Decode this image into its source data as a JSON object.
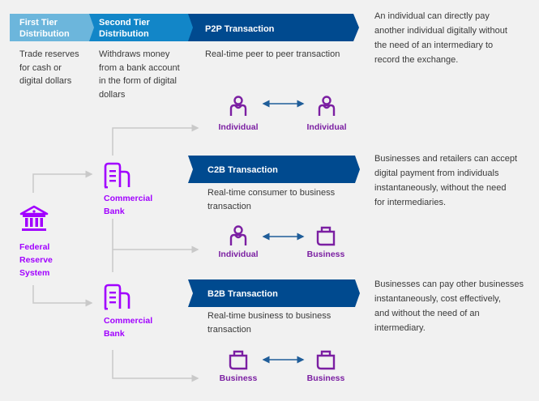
{
  "colors": {
    "tier1": "#6cb6dc",
    "tier2": "#1286c8",
    "transaction": "#004a8f",
    "purple_bright": "#a100ff",
    "purple_dark": "#7b1fa2",
    "connector": "#c9c9c9",
    "arrow": "#1f5d99"
  },
  "header": {
    "tier1": {
      "title": "First Tier Distribution",
      "line1": "First Tier",
      "line2": "Distribution",
      "description": [
        "Trade reserves",
        "for cash or",
        "digital dollars"
      ]
    },
    "tier2": {
      "title": "Second Tier Distribution",
      "line1": "Second Tier",
      "line2": "Distribution",
      "description": [
        "Withdraws money",
        "from a bank account",
        "in the form of digital",
        "dollars"
      ]
    }
  },
  "entities": {
    "federal_reserve": {
      "icon": "bank-building-icon",
      "lines": [
        "Federal",
        "Reserve",
        "System"
      ]
    },
    "commercial_bank_1": {
      "icon": "office-building-icon",
      "lines": [
        "Commercial",
        "Bank"
      ]
    },
    "commercial_bank_2": {
      "icon": "office-building-icon",
      "lines": [
        "Commercial",
        "Bank"
      ]
    }
  },
  "transactions": [
    {
      "title": "P2P Transaction",
      "subtitle": [
        "Real-time peer to peer transaction"
      ],
      "from": {
        "label": "Individual",
        "icon": "person-icon"
      },
      "to": {
        "label": "Individual",
        "icon": "person-icon"
      },
      "explanation": [
        "An individual can directly pay",
        "another individual digitally without",
        "the need of an intermediary to",
        "record the exchange."
      ]
    },
    {
      "title": "C2B Transaction",
      "subtitle": [
        "Real-time consumer to business",
        "transaction"
      ],
      "from": {
        "label": "Individual",
        "icon": "person-icon"
      },
      "to": {
        "label": "Business",
        "icon": "briefcase-icon"
      },
      "explanation": [
        "Businesses and retailers can accept",
        "digital payment from individuals",
        "instantaneously, without the need",
        "for intermediaries."
      ]
    },
    {
      "title": "B2B Transaction",
      "subtitle": [
        "Real-time business to business",
        "transaction"
      ],
      "from": {
        "label": "Business",
        "icon": "briefcase-icon"
      },
      "to": {
        "label": "Business",
        "icon": "briefcase-icon"
      },
      "explanation": [
        "Businesses can pay other businesses",
        "instantaneously, cost effectively,",
        "and without the need of an",
        "intermediary."
      ]
    }
  ]
}
